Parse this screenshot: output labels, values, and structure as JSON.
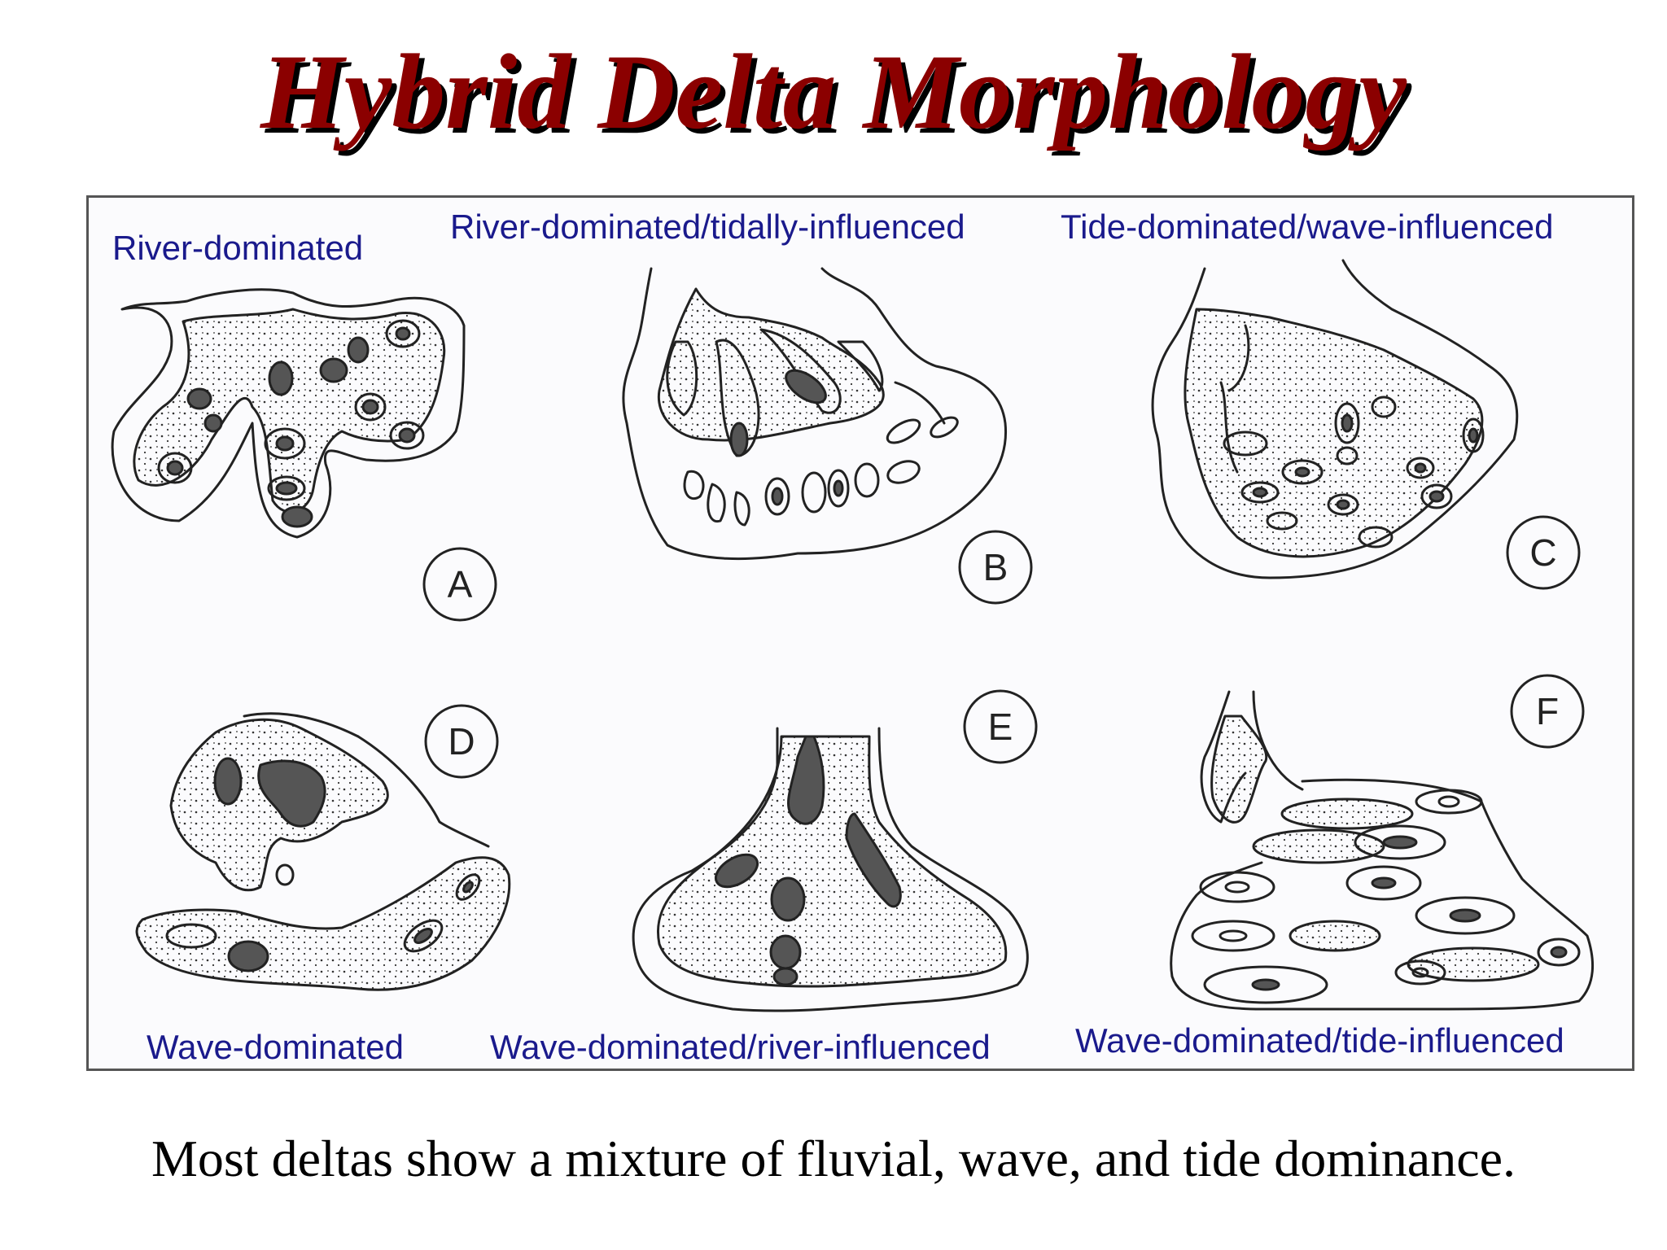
{
  "title": "Hybrid Delta Morphology",
  "labels": {
    "a": "River-dominated",
    "b": "River-dominated/tidally-influenced",
    "c": "Tide-dominated/wave-influenced",
    "d": "Wave-dominated",
    "e": "Wave-dominated/river-influenced",
    "f": "Wave-dominated/tide-influenced"
  },
  "panel_letters": {
    "a": "A",
    "b": "B",
    "c": "C",
    "d": "D",
    "e": "E",
    "f": "F"
  },
  "caption": "Most deltas show a mixture of fluvial, wave, and tide dominance.",
  "colors": {
    "title": "#8b0000",
    "title_shadow": "#000000",
    "label_text": "#1a1a8c",
    "sketch_ink": "#222222",
    "dark_fill": "#555555"
  }
}
